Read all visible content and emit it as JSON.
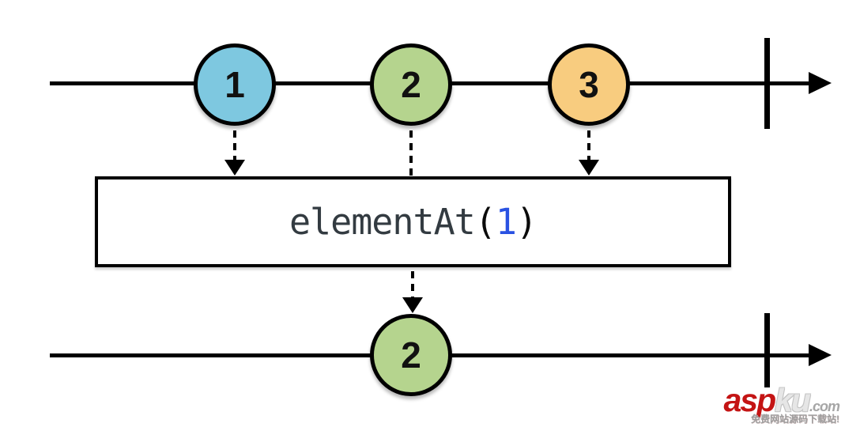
{
  "diagram": {
    "input_stream": {
      "marbles": [
        {
          "value": "1",
          "color": "#7ec8e0"
        },
        {
          "value": "2",
          "color": "#b5d48e"
        },
        {
          "value": "3",
          "color": "#f8cc7f"
        }
      ]
    },
    "operator": {
      "name": "elementAt",
      "paren_open": "(",
      "argument": "1",
      "paren_close": ")",
      "argument_color": "#2a52e2"
    },
    "output_stream": {
      "marbles": [
        {
          "value": "2",
          "color": "#b5d48e"
        }
      ]
    },
    "line_color": "#000000"
  },
  "watermark": {
    "brand_red": "asp",
    "brand_gray": "ku",
    "domain": ".com",
    "tagline": "免费网站源码下载站!",
    "brand_color": "#c41414"
  }
}
